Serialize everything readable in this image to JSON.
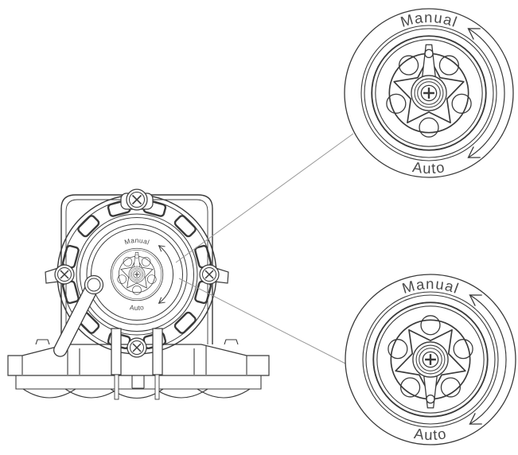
{
  "illustration": {
    "type": "technical-line-drawing",
    "subject": "device front view with mode selector dial and two magnified dial callouts",
    "main_view": {
      "dial": {
        "label_top": "Manual",
        "label_bottom": "Auto",
        "pointer_position": "Manual"
      }
    },
    "detail_top": {
      "label_top": "Manual",
      "label_bottom": "Auto",
      "pointer_position": "Manual",
      "arrow": "double-headed rotation arrow, right side"
    },
    "detail_bottom": {
      "label_top": "Manual",
      "label_bottom": "Auto",
      "pointer_position": "Auto",
      "arrow": "double-headed rotation arrow, right side"
    },
    "colors": {
      "line": "#3a3a3a",
      "label_text": "#4a4a4a",
      "leader_line": "#999999",
      "background": "#ffffff"
    }
  }
}
